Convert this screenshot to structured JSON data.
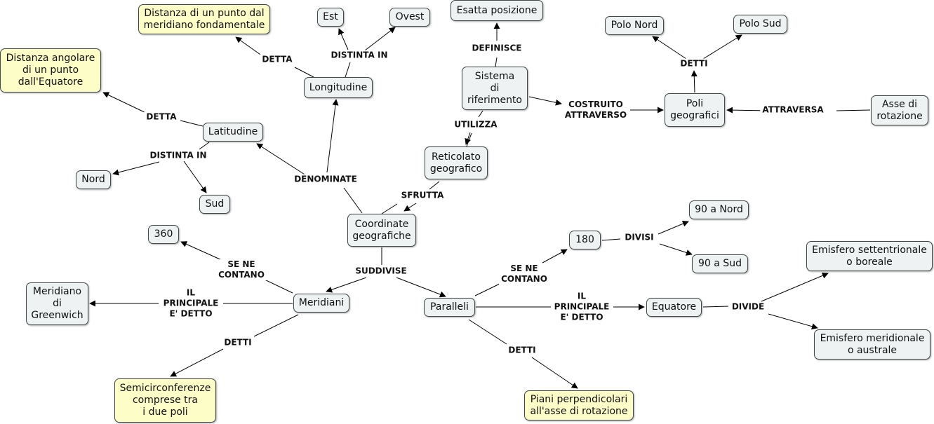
{
  "colors": {
    "node_fill": "#eef2f2",
    "highlight_fill": "#fdfdc8",
    "border": "#3f4747",
    "line": "#000000"
  },
  "nodes": {
    "coordinate": "Coordinate\ngeografiche",
    "longitudine": "Longitudine",
    "latitudine": "Latitudine",
    "meridiani": "Meridiani",
    "paralleli": "Paralleli",
    "reticolato": "Reticolato\ngeografico",
    "sistema": "Sistema\ndi\nriferimento",
    "esatta": "Esatta posizione",
    "poli": "Poli\ngeografici",
    "polo_nord": "Polo Nord",
    "polo_sud": "Polo Sud",
    "asse": "Asse di\nrotazione",
    "est": "Est",
    "ovest": "Ovest",
    "dist_meridiano": "Distanza di un punto dal\nmeridiano fondamentale",
    "dist_angolare": "Distanza angolare\ndi un punto\ndall'Equatore",
    "nord": "Nord",
    "sud": "Sud",
    "n360": "360",
    "greenwich": "Meridiano\ndi\nGreenwich",
    "semicirconferenze": "Semicirconferenze\ncomprese tra\ni due poli",
    "n180": "180",
    "n90_nord": "90 a Nord",
    "n90_sud": "90 a Sud",
    "equatore": "Equatore",
    "emisfero_sett": "Emisfero settentrionale\no boreale",
    "emisfero_merid": "Emisfero meridionale\no australe",
    "piani": "Piani perpendicolari\nall'asse di rotazione"
  },
  "links": {
    "detta_long": "DETTA",
    "distinta_long": "DISTINTA IN",
    "detta_lat": "DETTA",
    "distinta_lat": "DISTINTA IN",
    "denominate": "DENOMINATE",
    "definisce": "DEFINISCE",
    "utilizza": "UTILIZZA",
    "sfrutta": "SFRUTTA",
    "costruito": "COSTRUITO\nATTRAVERSO",
    "attraversa": "ATTRAVERSA",
    "detti_poli": "DETTI",
    "suddivise": "SUDDIVISE",
    "se_ne_mer": "SE NE\nCONTANO",
    "principale_mer": "IL\nPRINCIPALE\nE' DETTO",
    "detti_mer": "DETTI",
    "se_ne_par": "SE NE\nCONTANO",
    "divisi": "DIVISI",
    "principale_par": "IL\nPRINCIPALE\nE' DETTO",
    "divide": "DIVIDE",
    "detti_par": "DETTI"
  }
}
